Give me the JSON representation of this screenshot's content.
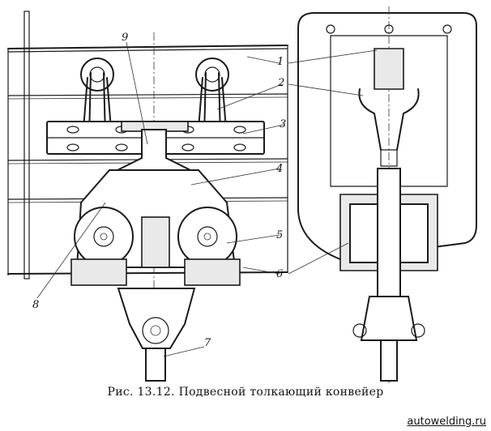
{
  "caption": {
    "prefix": "Рис. 13.12.",
    "title": "Подвесной толкающий конвейер"
  },
  "watermark": "autowelding.ru",
  "callouts": [
    "1",
    "2",
    "3",
    "4",
    "5",
    "6",
    "7",
    "8",
    "9"
  ]
}
